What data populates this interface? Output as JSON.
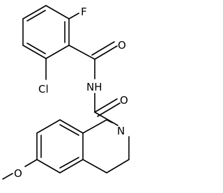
{
  "structure": {
    "atoms": {
      "fluorine": "F",
      "carbonyl_oxygen_top": "O",
      "chlorine": "Cl",
      "amide_nitrogen": "NH",
      "carbonyl_oxygen_bottom": "O",
      "ring_nitrogen": "N",
      "methoxy_oxygen": "O"
    }
  }
}
